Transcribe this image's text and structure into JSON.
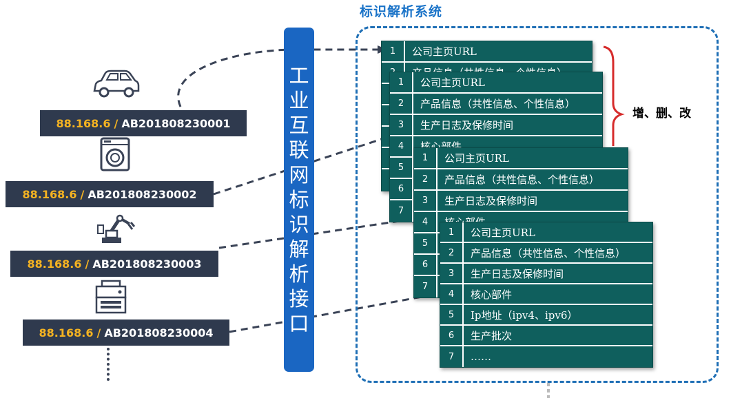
{
  "system_title": "标识解析系统",
  "interface_label": [
    "工",
    "业",
    "互",
    "联",
    "网",
    "标",
    "识",
    "解",
    "析",
    "接",
    "口"
  ],
  "bracket_label": "增、删、改",
  "devices": [
    {
      "icon": "car-icon",
      "prefix": "88.168.6",
      "sep": "/",
      "suffix": "AB201808230001"
    },
    {
      "icon": "washing-machine-icon",
      "prefix": "88.168.6",
      "sep": "/",
      "suffix": "AB201808230002"
    },
    {
      "icon": "robot-arm-icon",
      "prefix": "88.168.6",
      "sep": "/",
      "suffix": "AB201808230003"
    },
    {
      "icon": "printer-icon",
      "prefix": "88.168.6",
      "sep": "/",
      "suffix": "AB201808230004"
    }
  ],
  "table_rows": [
    {
      "num": "1",
      "text": "公司主页URL"
    },
    {
      "num": "2",
      "text": "产品信息（共性信息、个性信息）"
    },
    {
      "num": "3",
      "text": "生产日志及保修时间"
    },
    {
      "num": "4",
      "text": "核心部件"
    },
    {
      "num": "5",
      "text": "Ip地址（ipv4、ipv6）"
    },
    {
      "num": "6",
      "text": "生产批次"
    },
    {
      "num": "7",
      "text": "……"
    }
  ],
  "colors": {
    "title_blue": "#1a73c8",
    "interface_blue": "#1a66c2",
    "table_teal": "#0f5f5d",
    "label_dark": "#2f3a4e",
    "prefix_gold": "#f5b321",
    "bracket_red": "#d62b2b"
  }
}
